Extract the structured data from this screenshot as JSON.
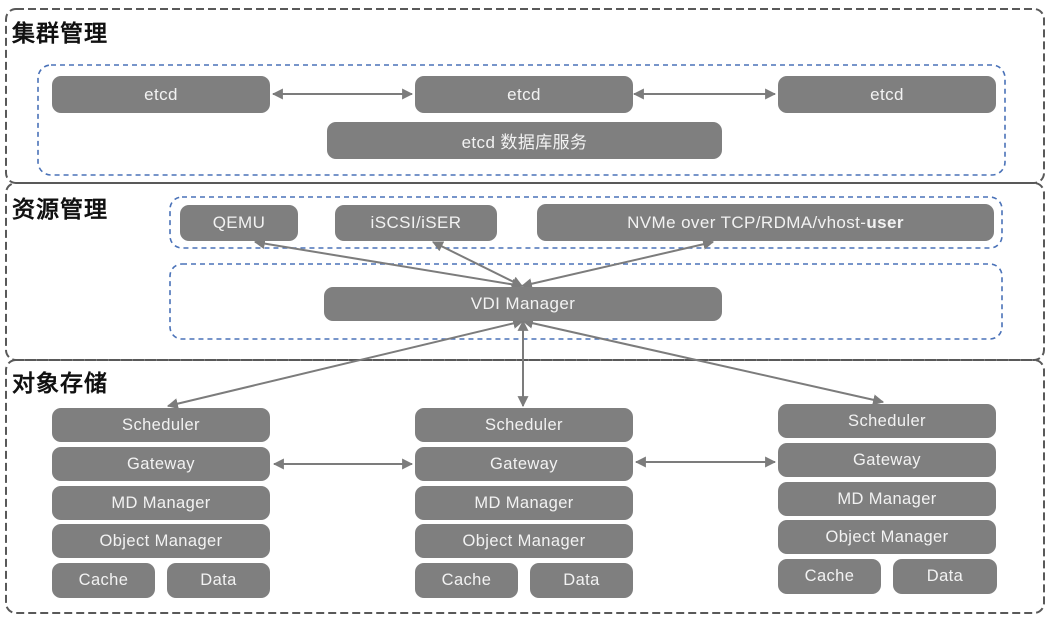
{
  "colors": {
    "node-fill": "#7f7f7f",
    "node-text": "#f2f2f2",
    "inner-border": "#4a72b8",
    "outer-border": "#595959",
    "arrow": "#7c7c7c",
    "title-text": "#111111"
  },
  "cluster_section": {
    "title": "集群管理",
    "etcd_nodes": [
      "etcd",
      "etcd",
      "etcd"
    ],
    "db_service_label": "etcd 数据库服务"
  },
  "resource_section": {
    "title": "资源管理",
    "qemu_label": "QEMU",
    "iscsi_label": "iSCSI/iSER",
    "nvme_label_regular": "NVMe over TCP/RDMA/vhost-",
    "nvme_label_bold": "user",
    "vdi_manager_label": "VDI Manager"
  },
  "object_section": {
    "title": "对象存储",
    "nodes": [
      {
        "scheduler": "Scheduler",
        "gateway": "Gateway",
        "md_manager": "MD Manager",
        "object_manager": "Object Manager",
        "cache": "Cache",
        "data": "Data"
      },
      {
        "scheduler": "Scheduler",
        "gateway": "Gateway",
        "md_manager": "MD Manager",
        "object_manager": "Object Manager",
        "cache": "Cache",
        "data": "Data"
      },
      {
        "scheduler": "Scheduler",
        "gateway": "Gateway",
        "md_manager": "MD Manager",
        "object_manager": "Object Manager",
        "cache": "Cache",
        "data": "Data"
      }
    ]
  }
}
